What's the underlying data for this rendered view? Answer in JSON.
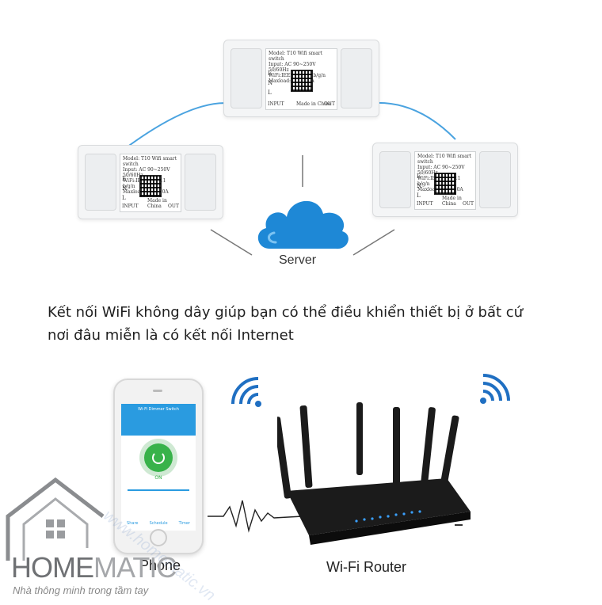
{
  "switch_label": {
    "model": "Model: T10",
    "title": "Wifi smart switch",
    "input": "Input: AC 90~250V 50/60Hz",
    "wifi": "WiFi:IEEE 802.11 b/g/n",
    "maxload": "Maxload:250V 10A",
    "pin_e": "E",
    "pin_n": "N",
    "pin_l": "L",
    "in_label": "INPUT",
    "out_label": "OUT",
    "made_in": "Made in China"
  },
  "server_label": "Server",
  "caption": {
    "line1": "Kết nối WiFi không dây giúp bạn có thể điều khiển thiết bị ở bất cứ",
    "line2": "nơi đâu miễn là có kết nối Internet"
  },
  "phone_label": "Phone",
  "router_label": "Wi-Fi Router",
  "phone_screen": {
    "app_title": "Wi-Fi Dimmer Switch",
    "on_text": "ON",
    "tab1": "Share",
    "tab2": "Schedule",
    "tab3": "Timer"
  },
  "brand": {
    "name_a": "HOME",
    "name_b": "MATIC",
    "tagline": "Nhà thông minh trong tầm tay",
    "watermark": "www.homematic.vn"
  },
  "colors": {
    "cloud": "#1e88d6",
    "link_line": "#4aa3e0",
    "wifi_icon": "#1f6fc2",
    "on_green": "#38b24a",
    "router": "#1b1b1b"
  }
}
